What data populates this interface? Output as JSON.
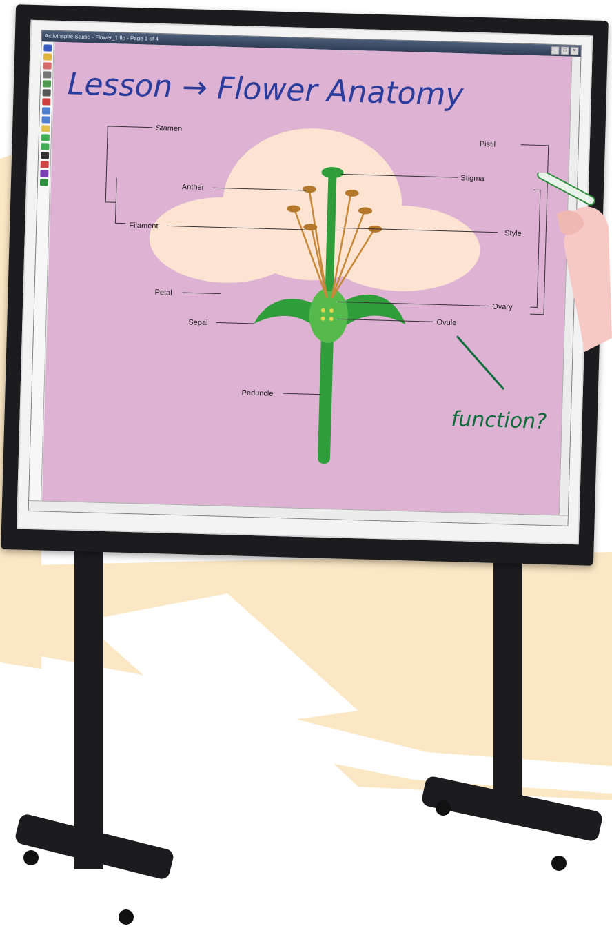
{
  "window": {
    "title": "ActivInspire Studio - Flower_1.flp - Page 1 of 4",
    "controls": [
      "_",
      "□",
      "×"
    ]
  },
  "colors": {
    "canvas": "#ddb2d3",
    "board_frame": "#1c1c1e",
    "petal": "#fde4d2",
    "plant_green": "#2f9e3a",
    "stamen": "#c8883a",
    "ink_blue": "#2a3c9c",
    "ink_green": "#0d6b3a"
  },
  "toolbar": {
    "icons": [
      "pen-icon",
      "highlighter-icon",
      "eraser-icon",
      "select-icon",
      "shape-icon",
      "text-icon",
      "fill-icon",
      "undo-icon",
      "redo-icon",
      "page-icon",
      "next-page-icon",
      "prev-page-icon",
      "save-icon",
      "print-icon",
      "zoom-icon",
      "trash-icon"
    ]
  },
  "lesson": {
    "heading": "Lesson → Flower Anatomy",
    "annotation": "function?"
  },
  "diagram_labels": {
    "stamen": "Stamen",
    "anther": "Anther",
    "filament": "Filament",
    "petal": "Petal",
    "sepal": "Sepal",
    "peduncle": "Peduncle",
    "pistil": "Pistil",
    "stigma": "Stigma",
    "style": "Style",
    "ovary": "Ovary",
    "ovule": "Ovule"
  }
}
